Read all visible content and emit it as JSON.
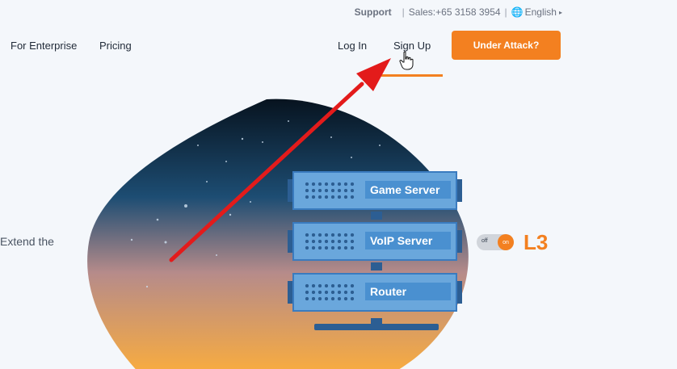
{
  "topbar": {
    "support": "Support",
    "sales": "Sales:+65 3158 3954",
    "language": "English",
    "globe_icon": "globe-icon"
  },
  "nav": {
    "enterprise": "For Enterprise",
    "pricing": "Pricing",
    "login": "Log In",
    "signup": "Sign Up",
    "cta": "Under Attack?"
  },
  "hero": {
    "text": "Extend the"
  },
  "servers": [
    {
      "label": "Game Server"
    },
    {
      "label": "VoIP Server"
    },
    {
      "label": "Router"
    }
  ],
  "toggle": {
    "off": "off",
    "on": "on",
    "layer": "L3"
  },
  "colors": {
    "accent": "#f38020",
    "annotation": "#e31b1b",
    "server": "#6aa7dc"
  }
}
